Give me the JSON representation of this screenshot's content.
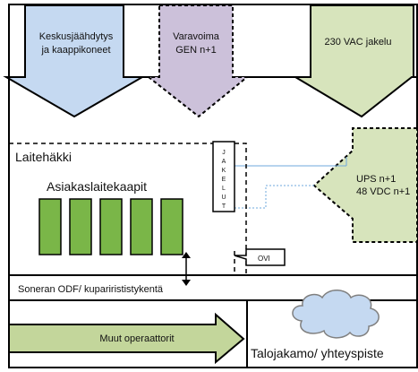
{
  "diagram": {
    "top_arrows": {
      "cooling": {
        "line1": "Keskusjäähdytys",
        "line2": "ja kaappikoneet",
        "color": "#c5d9f1"
      },
      "backup_power": {
        "line1": "Varavoima",
        "line2": "GEN n+1",
        "color": "#ccc1da"
      },
      "ac_distribution": {
        "line1": "230 VAC jakelu",
        "color": "#d7e4bc"
      }
    },
    "ups_arrow": {
      "line1": "UPS n+1",
      "line2": "48 VDC n+1",
      "color": "#d7e4bc"
    },
    "cage": {
      "label": "Laitehäkki",
      "cabinets_label": "Asiakaslaitekaapit",
      "cabinet_color": "#7ab648",
      "cabinet_count": 5,
      "distribution_letters": [
        "J",
        "A",
        "K",
        "E",
        "L",
        "U",
        "T"
      ],
      "door_label": "OVI"
    },
    "odf_label": "Soneran ODF/ kuparirististykentä",
    "other_operators": {
      "label": "Muut operaattorit",
      "color": "#c3d69b"
    },
    "building_dist_label": "Talojakamo/ yhteyspiste",
    "cloud_color": "#c5d9f1",
    "connector_color": "#6fa8dc"
  }
}
